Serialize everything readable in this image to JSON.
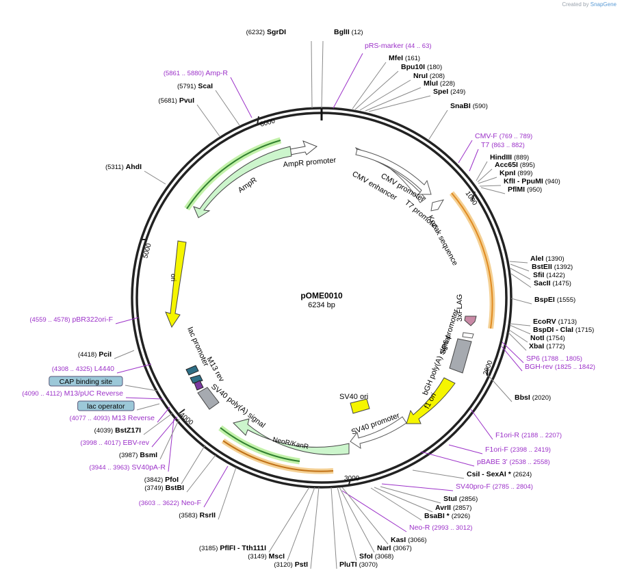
{
  "credit": {
    "created_by": "Created by",
    "brand": "SnapGene"
  },
  "plasmid": {
    "name": "pOME0010",
    "size": "6234 bp",
    "length": 6234
  },
  "ticks": [
    "1000",
    "2000",
    "3000",
    "4000",
    "5000",
    "6000"
  ],
  "colors": {
    "enzyme": "#000000",
    "primer": "#9b30c8",
    "feature_green": "#ccf5cc",
    "feature_yellow": "#f5f500",
    "feature_grey": "#a6aab0",
    "feature_white": "#ffffff",
    "feature_teal": "#2e6f86",
    "feature_pink": "#c98aa6",
    "orf_orange": "#e8a040",
    "orf_green": "#2c9a2c",
    "box_blue": "#9cc8d8"
  },
  "labels": [
    {
      "name": "SgrDI",
      "pos": "(6232)",
      "type": "enzyme"
    },
    {
      "name": "BglII",
      "pos": "(12)",
      "type": "enzyme"
    },
    {
      "name": "pRS-marker",
      "pos": "(44 .. 63)",
      "type": "primer"
    },
    {
      "name": "MfeI",
      "pos": "(161)",
      "type": "enzyme"
    },
    {
      "name": "Bpu10I",
      "pos": "(180)",
      "type": "enzyme"
    },
    {
      "name": "NruI",
      "pos": "(208)",
      "type": "enzyme"
    },
    {
      "name": "MluI",
      "pos": "(228)",
      "type": "enzyme"
    },
    {
      "name": "SpeI",
      "pos": "(249)",
      "type": "enzyme"
    },
    {
      "name": "SnaBI",
      "pos": "(590)",
      "type": "enzyme"
    },
    {
      "name": "CMV-F",
      "pos": "(769 .. 789)",
      "type": "primer"
    },
    {
      "name": "T7",
      "pos": "(863 .. 882)",
      "type": "primer"
    },
    {
      "name": "HindIII",
      "pos": "(889)",
      "type": "enzyme"
    },
    {
      "name": "Acc65I",
      "pos": "(895)",
      "type": "enzyme"
    },
    {
      "name": "KpnI",
      "pos": "(899)",
      "type": "enzyme"
    },
    {
      "name": "KflI  - PpuMI",
      "pos": "(940)",
      "type": "enzyme"
    },
    {
      "name": "PflMI",
      "pos": "(950)",
      "type": "enzyme"
    },
    {
      "name": "AleI",
      "pos": "(1390)",
      "type": "enzyme"
    },
    {
      "name": "BstEII",
      "pos": "(1392)",
      "type": "enzyme"
    },
    {
      "name": "SfiI",
      "pos": "(1422)",
      "type": "enzyme"
    },
    {
      "name": "SacII",
      "pos": "(1475)",
      "type": "enzyme"
    },
    {
      "name": "BspEI",
      "pos": "(1555)",
      "type": "enzyme"
    },
    {
      "name": "EcoRV",
      "pos": "(1713)",
      "type": "enzyme"
    },
    {
      "name": "BspDI  - ClaI",
      "pos": "(1715)",
      "type": "enzyme"
    },
    {
      "name": "NotI",
      "pos": "(1754)",
      "type": "enzyme"
    },
    {
      "name": "XbaI",
      "pos": "(1772)",
      "type": "enzyme"
    },
    {
      "name": "SP6",
      "pos": "(1788 .. 1805)",
      "type": "primer"
    },
    {
      "name": "BGH-rev",
      "pos": "(1825 .. 1842)",
      "type": "primer"
    },
    {
      "name": "BbsI",
      "pos": "(2020)",
      "type": "enzyme"
    },
    {
      "name": "F1ori-R",
      "pos": "(2188 .. 2207)",
      "type": "primer"
    },
    {
      "name": "F1ori-F",
      "pos": "(2398 .. 2419)",
      "type": "primer"
    },
    {
      "name": "pBABE 3'",
      "pos": "(2538 .. 2558)",
      "type": "primer"
    },
    {
      "name": "CsiI  - SexAI *",
      "pos": "(2624)",
      "type": "enzyme"
    },
    {
      "name": "SV40pro-F",
      "pos": "(2785 .. 2804)",
      "type": "primer"
    },
    {
      "name": "StuI",
      "pos": "(2856)",
      "type": "enzyme"
    },
    {
      "name": "AvrII",
      "pos": "(2857)",
      "type": "enzyme"
    },
    {
      "name": "BsaBI *",
      "pos": "(2926)",
      "type": "enzyme"
    },
    {
      "name": "Neo-R",
      "pos": "(2993 .. 3012)",
      "type": "primer"
    },
    {
      "name": "KasI",
      "pos": "(3066)",
      "type": "enzyme"
    },
    {
      "name": "NarI",
      "pos": "(3067)",
      "type": "enzyme"
    },
    {
      "name": "SfoI",
      "pos": "(3068)",
      "type": "enzyme"
    },
    {
      "name": "PluTI",
      "pos": "(3070)",
      "type": "enzyme"
    },
    {
      "name": "PstI",
      "pos": "(3120)",
      "type": "enzyme"
    },
    {
      "name": "MscI",
      "pos": "(3149)",
      "type": "enzyme"
    },
    {
      "name": "PflFI  - Tth111I",
      "pos": "(3185)",
      "type": "enzyme"
    },
    {
      "name": "RsrII",
      "pos": "(3583)",
      "type": "enzyme"
    },
    {
      "name": "Neo-F",
      "pos": "(3603 .. 3622)",
      "type": "primer"
    },
    {
      "name": "BstBI",
      "pos": "(3749)",
      "type": "enzyme"
    },
    {
      "name": "PfoI",
      "pos": "(3842)",
      "type": "enzyme"
    },
    {
      "name": "SV40pA-R",
      "pos": "(3944 .. 3963)",
      "type": "primer"
    },
    {
      "name": "BsmI",
      "pos": "(3987)",
      "type": "enzyme"
    },
    {
      "name": "EBV-rev",
      "pos": "(3998 .. 4017)",
      "type": "primer"
    },
    {
      "name": "BstZ17I",
      "pos": "(4039)",
      "type": "enzyme"
    },
    {
      "name": "M13 Reverse",
      "pos": "(4077 .. 4093)",
      "type": "primer"
    },
    {
      "name": "lac operator",
      "pos": "",
      "type": "box"
    },
    {
      "name": "M13/pUC Reverse",
      "pos": "(4090 .. 4112)",
      "type": "primer"
    },
    {
      "name": "CAP binding site",
      "pos": "",
      "type": "box"
    },
    {
      "name": "L4440",
      "pos": "(4308 .. 4325)",
      "type": "primer"
    },
    {
      "name": "PciI",
      "pos": "(4418)",
      "type": "enzyme"
    },
    {
      "name": "pBR322ori-F",
      "pos": "(4559 .. 4578)",
      "type": "primer"
    },
    {
      "name": "AhdI",
      "pos": "(5311)",
      "type": "enzyme"
    },
    {
      "name": "PvuI",
      "pos": "(5681)",
      "type": "enzyme"
    },
    {
      "name": "ScaI",
      "pos": "(5791)",
      "type": "enzyme"
    },
    {
      "name": "Amp-R",
      "pos": "(5861 .. 5880)",
      "type": "primer"
    }
  ],
  "features": [
    "AmpR promoter",
    "AmpR",
    "ori",
    "CMV enhancer",
    "CMV promoter",
    "T7 promoter",
    "Kozak sequence",
    "3xFLAG",
    "SP6 promoter",
    "bGH poly(A) signal",
    "f1 ori",
    "SV40 ori",
    "SV40 promoter",
    "NeoR/KanR",
    "SV40 poly(A) signal",
    "M13 rev",
    "lac promoter"
  ]
}
